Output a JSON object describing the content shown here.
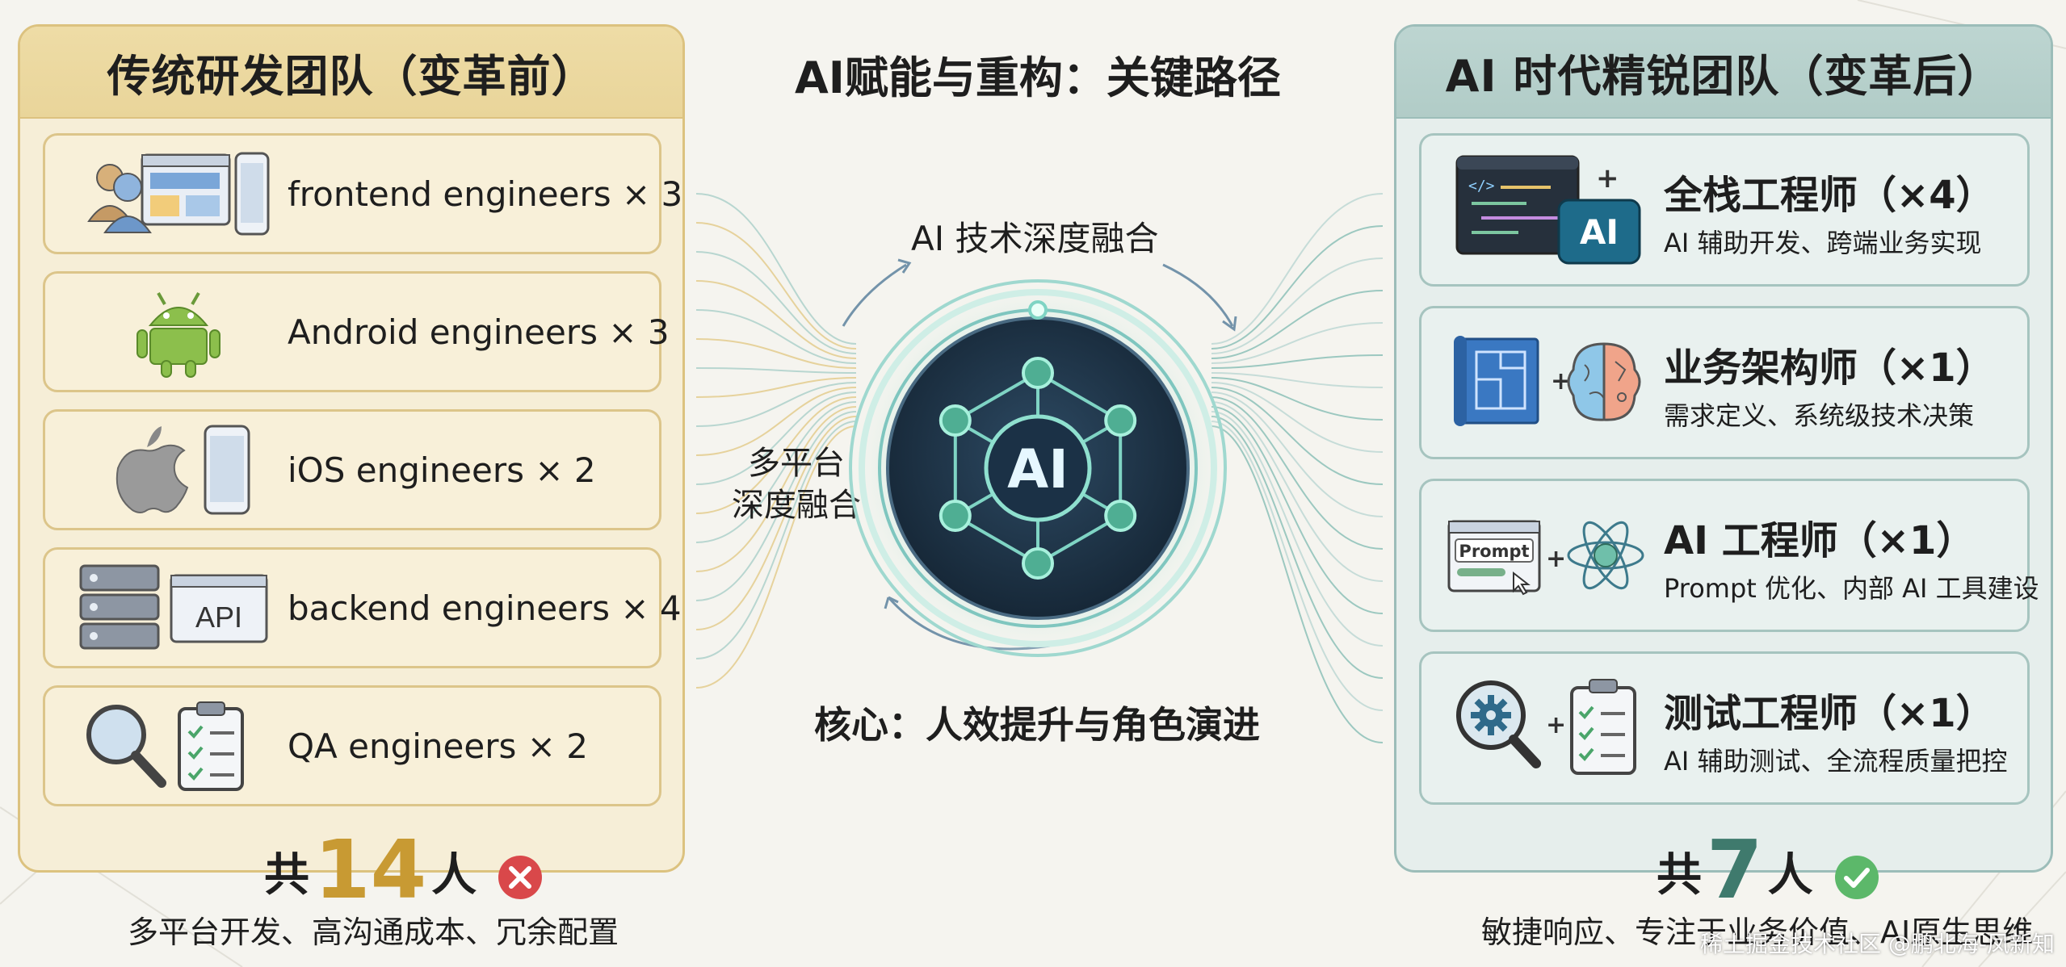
{
  "center": {
    "title": "AI赋能与重构：关键路径",
    "top_label": "AI 技术深度融合",
    "left_label_1": "多平台",
    "left_label_2": "深度融合",
    "hub_label": "AI",
    "bottom_label": "核心：人效提升与角色演进"
  },
  "left_panel": {
    "title": "传统研发团队（变革前）",
    "items": [
      {
        "label": "frontend engineers × 3",
        "icon": "frontend-icon"
      },
      {
        "label": "Android engineers × 3",
        "icon": "android-icon"
      },
      {
        "label": "iOS engineers × 2",
        "icon": "apple-icon"
      },
      {
        "label": "backend engineers × 4",
        "icon": "server-api-icon"
      },
      {
        "label": "QA engineers × 2",
        "icon": "magnifier-clipboard-icon"
      }
    ],
    "api_badge": "API",
    "total_prefix": "共",
    "total_number": "14",
    "total_suffix": "人",
    "status_icon": "red-x-icon",
    "summary": "多平台开发、高沟通成本、冗余配置"
  },
  "right_panel": {
    "title": "AI 时代精锐团队（变革后）",
    "items": [
      {
        "title": "全栈工程师（×4）",
        "subtitle": "AI 辅助开发、跨端业务实现",
        "icon": "code-editor-ai-icon"
      },
      {
        "title": "业务架构师（×1）",
        "subtitle": "需求定义、系统级技术决策",
        "icon": "blueprint-brain-icon"
      },
      {
        "title": "AI 工程师（×1）",
        "subtitle": "Prompt 优化、内部 AI 工具建设",
        "icon": "prompt-atom-icon"
      },
      {
        "title": "测试工程师（×1）",
        "subtitle": "AI 辅助测试、全流程质量把控",
        "icon": "gear-magnifier-clipboard-icon"
      }
    ],
    "ai_badge": "AI",
    "prompt_badge": "Prompt",
    "plus_sign": "+",
    "total_prefix": "共",
    "total_number": "7",
    "total_suffix": "人",
    "status_icon": "green-check-icon",
    "summary": "敏捷响应、专注于业务价值、AI原生思维"
  },
  "watermark": "稀土掘金技术社区 @鹏北海-凤新知",
  "colors": {
    "left_accent": "#c89a33",
    "right_accent": "#3f7a6d",
    "hub_glow": "#7fd4c4",
    "x_red": "#d9484a",
    "check_green": "#5cb86a"
  }
}
